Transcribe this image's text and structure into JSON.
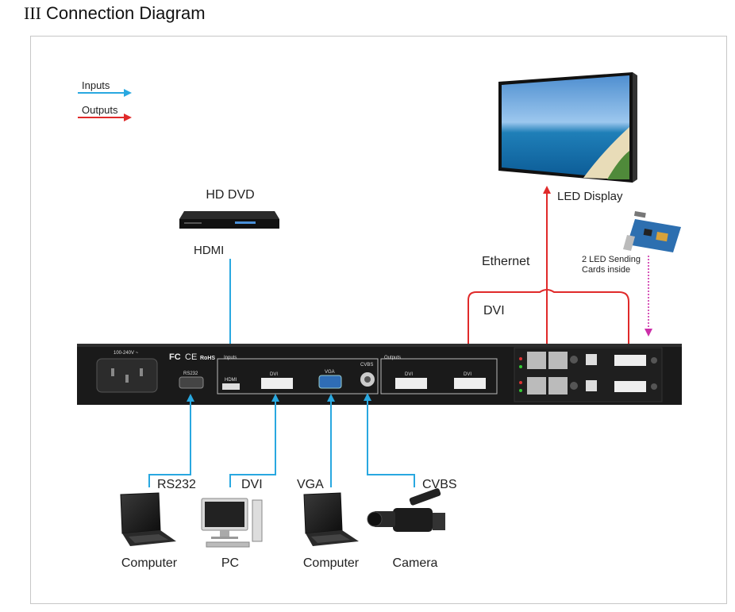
{
  "heading": {
    "numeral": "III",
    "text": "Connection Diagram"
  },
  "legend": {
    "inputs": {
      "label": "Inputs",
      "color": "#29a8e0"
    },
    "outputs": {
      "label": "Outputs",
      "color": "#e02a2a"
    }
  },
  "devices": {
    "hd_dvd": "HD DVD",
    "led_display": "LED Display",
    "sending_cards_line1": "2 LED Sending",
    "sending_cards_line2": "Cards inside",
    "computer_left": "Computer",
    "pc": "PC",
    "computer_right": "Computer",
    "camera": "Camera"
  },
  "connections": {
    "hdmi": "HDMI",
    "ethernet": "Ethernet",
    "dvi_out": "DVI",
    "rs232": "RS232",
    "dvi_in": "DVI",
    "vga": "VGA",
    "cvbs": "CVBS"
  },
  "panel": {
    "power": "100-240V ~",
    "rs232": "RS232",
    "inputs_section": "Inputs",
    "outputs_section": "Outputs",
    "port_hdmi": "HDMI",
    "port_dvi_in": "DVI",
    "port_vga": "VGA",
    "port_cvbs": "CVBS",
    "port_dvi_out1": "DVI",
    "port_dvi_out2": "DVI",
    "cert_fc": "FC",
    "cert_ce": "CE",
    "cert_rohs": "RoHS"
  },
  "colors": {
    "input_line": "#29a8e0",
    "output_line": "#e02a2a",
    "sending_card_arrow": "#cc2ea8",
    "panel_body": "#1a1a1a"
  }
}
